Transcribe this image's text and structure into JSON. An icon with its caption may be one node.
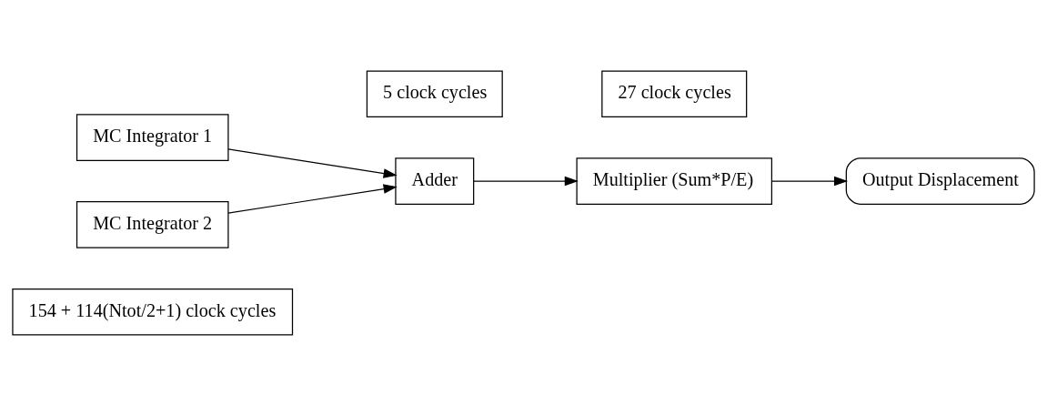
{
  "diagram": {
    "nodes": [
      {
        "text": [
          "154 + 114(Ntot/2+1) clock cycles"
        ]
      },
      {
        "text": [
          "MC Integrator 1"
        ]
      },
      {
        "text": [
          "5 clock cycles"
        ]
      },
      {
        "text": [
          "27 clock cycles"
        ]
      },
      {
        "text": [
          "Adder"
        ]
      },
      {
        "text": [
          "Multiplier (Sum*P/E)"
        ]
      },
      {
        "text": [
          "Output Displacement"
        ]
      },
      {
        "text": [
          "MC Integrator 2"
        ]
      }
    ],
    "edges": [
      {
        "from": 1,
        "to": 4,
        "arrow": "to"
      },
      {
        "from": 7,
        "to": 4,
        "arrow": "to"
      },
      {
        "from": 4,
        "to": 5,
        "arrow": "to"
      },
      {
        "from": 5,
        "to": 6,
        "arrow": "to"
      }
    ]
  }
}
